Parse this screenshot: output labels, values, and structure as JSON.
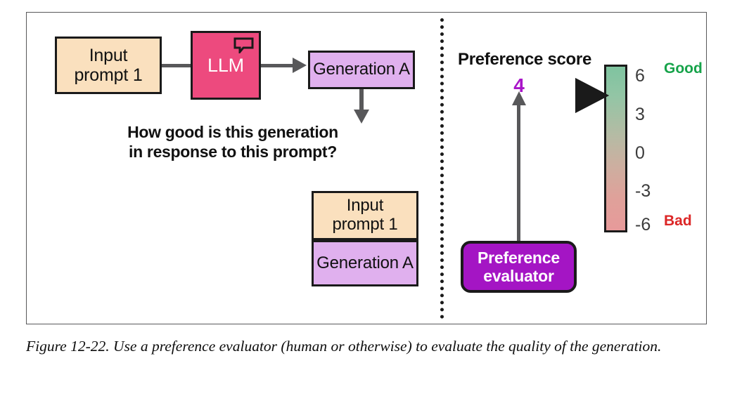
{
  "figure": {
    "caption": "Figure 12-22. Use a preference evaluator (human or otherwise) to evaluate the quality of the generation."
  },
  "left_panel": {
    "input_prompt_box": "Input\nprompt 1",
    "llm_box": "LLM",
    "llm_icon": "speech-bubble-icon",
    "generation_box": "Generation A",
    "question": "How good is this generation\nin response to this prompt?",
    "stacked_pair": {
      "top_box": "Input\nprompt 1",
      "bottom_box": "Generation A"
    }
  },
  "right_panel": {
    "score_label": "Preference score",
    "score_value": "4",
    "evaluator_box": "Preference\nevaluator",
    "scale": {
      "tick_labels": [
        "6",
        "3",
        "0",
        "-3",
        "-6"
      ],
      "top_end_label": "Good",
      "bottom_end_label": "Bad",
      "marker_value": "4"
    }
  },
  "colors": {
    "prompt_box": "#FAE0BE",
    "llm_box": "#ED4A7E",
    "generation_box": "#E0B0EE",
    "evaluator_box": "#A415C4",
    "score_value": "#A915C9",
    "good_label": "#16A34A",
    "bad_label": "#DC2626",
    "scale_top": "#7FC4A0",
    "scale_bottom": "#E79A9A",
    "connector": "#58585A",
    "outline": "#1A1A1A"
  }
}
